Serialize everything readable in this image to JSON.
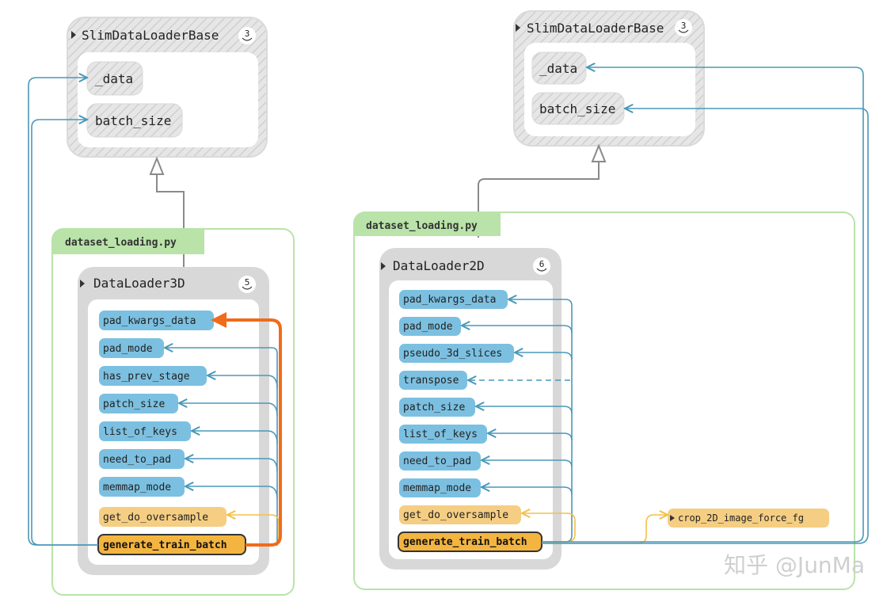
{
  "colors": {
    "attr_blue": "#7cc0e1",
    "method_yellow": "#f5ce83",
    "highlight_yellow": "#f3b540",
    "link_blue": "#4a98b8",
    "link_orange": "#f06b1a",
    "link_yellow": "#f2c04b",
    "module_green": "#b9e3a8",
    "class_gray": "#d8d8d8"
  },
  "left": {
    "base": {
      "title": "SlimDataLoaderBase",
      "count": "3",
      "attrs": [
        "_data",
        "batch_size"
      ]
    },
    "module": "dataset_loading.py",
    "cls": {
      "title": "DataLoader3D",
      "count": "5",
      "nodes": [
        "pad_kwargs_data",
        "pad_mode",
        "has_prev_stage",
        "patch_size",
        "list_of_keys",
        "need_to_pad",
        "memmap_mode",
        "get_do_oversample",
        "generate_train_batch"
      ]
    }
  },
  "right": {
    "base": {
      "title": "SlimDataLoaderBase",
      "count": "3",
      "attrs": [
        "_data",
        "batch_size"
      ]
    },
    "module": "dataset_loading.py",
    "cls": {
      "title": "DataLoader2D",
      "count": "6",
      "nodes": [
        "pad_kwargs_data",
        "pad_mode",
        "pseudo_3d_slices",
        "transpose",
        "patch_size",
        "list_of_keys",
        "need_to_pad",
        "memmap_mode",
        "get_do_oversample",
        "generate_train_batch"
      ]
    },
    "external": "crop_2D_image_force_fg"
  },
  "watermark": "知乎 @JunMa"
}
